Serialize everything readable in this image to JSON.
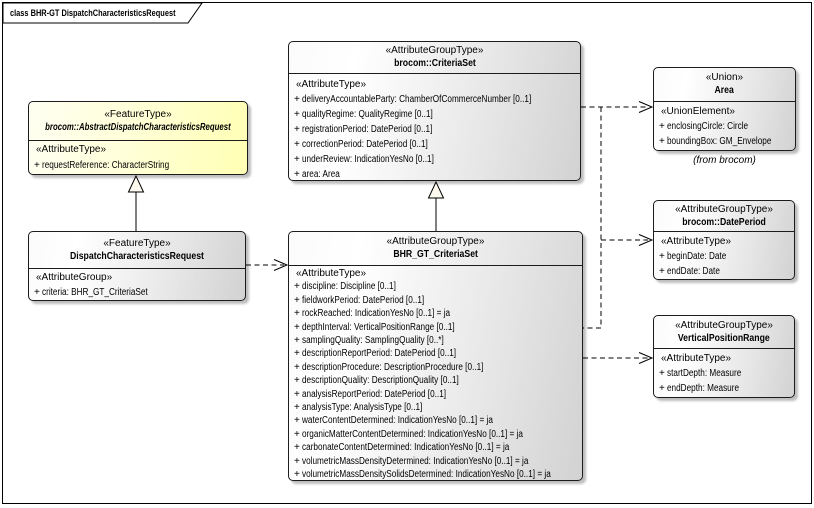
{
  "frame": {
    "title": "class BHR-GT DispatchCharacteristicsRequest"
  },
  "ui": {
    "plus": "+"
  },
  "colors": {
    "box_border": "#1c1c1c",
    "box_fill_light": "#fbfbfb",
    "box_fill_dark": "#d2d2d2",
    "yellow_fill_light": "#fffff2",
    "yellow_fill_dark": "#ffffb4",
    "connector": "#000000",
    "generalization_arrow_fill": "#fdf9ee"
  },
  "classes": {
    "abstract": {
      "stereotype": "«FeatureType»",
      "name": "brocom::AbstractDispatchCharacteristicsRequest",
      "section_label": "«AttributeType»",
      "attrs": [
        "requestReference: CharacterString"
      ]
    },
    "dispatch": {
      "stereotype": "«FeatureType»",
      "name": "DispatchCharacteristicsRequest",
      "section_label": "«AttributeGroup»",
      "attrs": [
        "criteria: BHR_GT_CriteriaSet"
      ]
    },
    "criteriaset": {
      "stereotype": "«AttributeGroupType»",
      "name": "brocom::CriteriaSet",
      "section_label": "«AttributeType»",
      "attrs": [
        "deliveryAccountableParty: ChamberOfCommerceNumber [0..1]",
        "qualityRegime: QualityRegime [0..1]",
        "registrationPeriod: DatePeriod [0..1]",
        "correctionPeriod: DatePeriod [0..1]",
        "underReview: IndicationYesNo [0..1]",
        "area: Area"
      ]
    },
    "bhr": {
      "stereotype": "«AttributeGroupType»",
      "name": "BHR_GT_CriteriaSet",
      "section_label": "«AttributeType»",
      "attrs": [
        "discipline: Discipline [0..1]",
        "fieldworkPeriod: DatePeriod [0..1]",
        "rockReached: IndicationYesNo [0..1] = ja",
        "depthInterval: VerticalPositionRange [0..1]",
        "samplingQuality: SamplingQuality [0..*]",
        "descriptionReportPeriod: DatePeriod [0..1]",
        "descriptionProcedure: DescriptionProcedure [0..1]",
        "descriptionQuality: DescriptionQuality [0..1]",
        "analysisReportPeriod: DatePeriod [0..1]",
        "analysisType: AnalysisType [0..1]",
        "waterContentDetermined: IndicationYesNo [0..1] = ja",
        "organicMatterContentDetermined: IndicationYesNo [0..1] = ja",
        "carbonateContentDetermined: IndicationYesNo [0..1] = ja",
        "volumetricMassDensityDetermined: IndicationYesNo [0..1] = ja",
        "volumetricMassDensitySolidsDetermined: IndicationYesNo [0..1] = ja"
      ]
    },
    "area": {
      "stereotype": "«Union»",
      "name": "Area",
      "section_label": "«UnionElement»",
      "attrs": [
        "enclosingCircle: Circle",
        "boundingBox: GM_Envelope"
      ],
      "note": "(from brocom)"
    },
    "dateperiod": {
      "stereotype": "«AttributeGroupType»",
      "name": "brocom::DatePeriod",
      "section_label": "«AttributeType»",
      "attrs": [
        "beginDate: Date",
        "endDate: Date"
      ]
    },
    "vpr": {
      "stereotype": "«AttributeGroupType»",
      "name": "VerticalPositionRange",
      "section_label": "«AttributeType»",
      "attrs": [
        "startDepth: Measure",
        "endDepth: Measure"
      ]
    }
  }
}
